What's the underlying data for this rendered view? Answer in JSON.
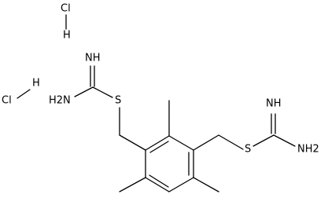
{
  "molecule": {
    "hcl_1": {
      "cl": "Cl",
      "h": "H"
    },
    "hcl_2": {
      "cl": "Cl",
      "h": "H"
    },
    "left_group": {
      "imine": "NH",
      "amine": "H2N",
      "sulfur": "S"
    },
    "right_group": {
      "imine": "NH",
      "amine": "NH2",
      "sulfur": "S"
    }
  },
  "colors": {
    "ink": "#000000",
    "background": "#ffffff"
  }
}
